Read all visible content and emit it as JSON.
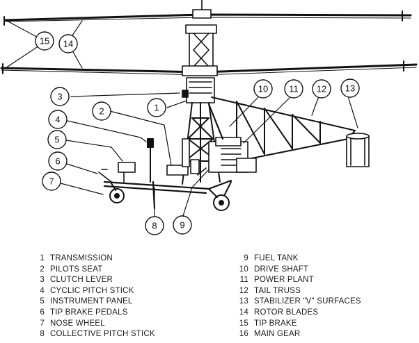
{
  "callouts": [
    {
      "num": "1"
    },
    {
      "num": "2"
    },
    {
      "num": "3"
    },
    {
      "num": "4"
    },
    {
      "num": "5"
    },
    {
      "num": "6"
    },
    {
      "num": "7"
    },
    {
      "num": "8"
    },
    {
      "num": "9"
    },
    {
      "num": "10"
    },
    {
      "num": "11"
    },
    {
      "num": "12"
    },
    {
      "num": "13"
    },
    {
      "num": "14"
    },
    {
      "num": "15"
    }
  ],
  "legend_left": [
    {
      "num": "1",
      "label": "TRANSMISSION"
    },
    {
      "num": "2",
      "label": "PILOTS SEAT"
    },
    {
      "num": "3",
      "label": "CLUTCH LEVER"
    },
    {
      "num": "4",
      "label": "CYCLIC PITCH STICK"
    },
    {
      "num": "5",
      "label": "INSTRUMENT PANEL"
    },
    {
      "num": "6",
      "label": "TIP BRAKE PEDALS"
    },
    {
      "num": "7",
      "label": "NOSE WHEEL"
    },
    {
      "num": "8",
      "label": "COLLECTIVE PITCH STICK"
    }
  ],
  "legend_right": [
    {
      "num": "9",
      "label": "FUEL TANK"
    },
    {
      "num": "10",
      "label": "DRIVE SHAFT"
    },
    {
      "num": "11",
      "label": "POWER PLANT"
    },
    {
      "num": "12",
      "label": "TAIL TRUSS"
    },
    {
      "num": "13",
      "label": "STABILIZER \"V\" SURFACES"
    },
    {
      "num": "14",
      "label": "ROTOR BLADES"
    },
    {
      "num": "15",
      "label": "TIP BRAKE"
    },
    {
      "num": "16",
      "label": "MAIN GEAR"
    }
  ]
}
